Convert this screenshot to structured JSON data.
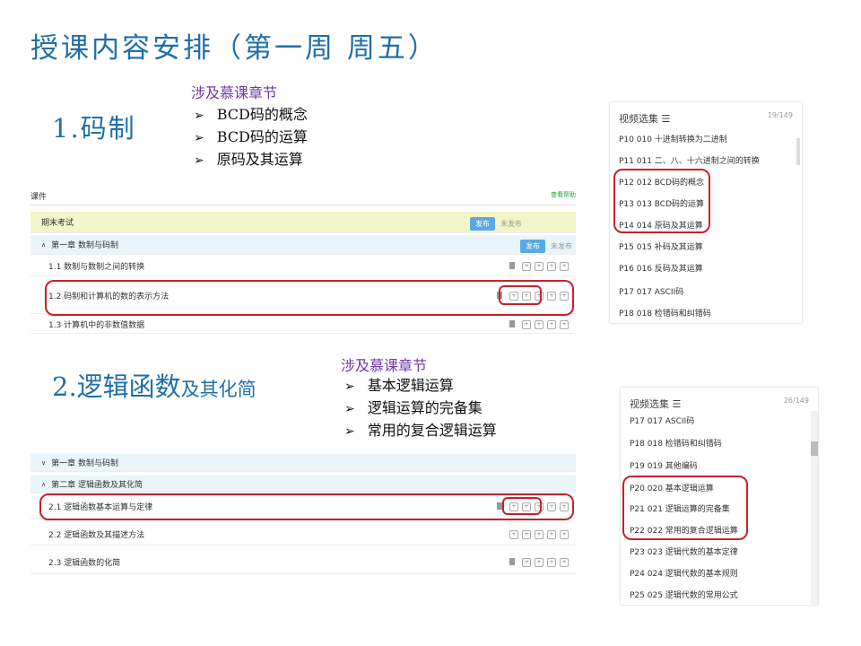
{
  "title": "授课内容安排（第一周 周五）",
  "section1": {
    "heading": "1.码制",
    "sub": "涉及慕课章节",
    "bullets": [
      "BCD码的概念",
      "BCD码的运算",
      "原码及其运算"
    ]
  },
  "section2": {
    "heading_big": "2.逻辑函数",
    "heading_small": "及其化简",
    "sub": "涉及慕课章节",
    "bullets": [
      "基本逻辑运算",
      "逻辑运算的完备集",
      "常用的复合逻辑运算"
    ]
  },
  "course1": {
    "header": "课件",
    "help": "查看帮助",
    "exam": "期末考试",
    "publish": "发布",
    "unpublish": "未发布",
    "chapter": "第一章 数制与码制",
    "items": [
      "1.1 数制与数制之间的转换",
      "1.2 码制和计算机的数的表示方法",
      "1.3 计算机中的非数值数据"
    ]
  },
  "course2": {
    "chapter1": "第一章 数制与码制",
    "chapter2": "第二章 逻辑函数及其化简",
    "items": [
      "2.1 逻辑函数基本运算与定律",
      "2.2 逻辑函数及其描述方法",
      "2.3 逻辑函数的化简"
    ]
  },
  "video1": {
    "header": "视频选集",
    "count": "19/149",
    "items": [
      "P10  010 十进制转换为二进制",
      "P11  011 二、八、十六进制之间的转换",
      "P12  012 BCD码的概念",
      "P13  013 BCD码的运算",
      "P14  014 原码及其运算",
      "P15  015 补码及其运算",
      "P16  016 反码及其运算",
      "P17  017 ASCII码",
      "P18  018 检错码和纠错码"
    ]
  },
  "video2": {
    "header": "视频选集",
    "count": "26/149",
    "items": [
      "P17  017 ASCII码",
      "P18  018 检错码和纠错码",
      "P19  019 其他编码",
      "P20  020 基本逻辑运算",
      "P21  021 逻辑运算的完备集",
      "P22  022 常用的复合逻辑运算",
      "P23  023 逻辑代数的基本定律",
      "P24  024 逻辑代数的基本规则",
      "P25  025 逻辑代数的常用公式"
    ]
  },
  "icons": {
    "list": "list-icon",
    "op": "action-icon"
  }
}
